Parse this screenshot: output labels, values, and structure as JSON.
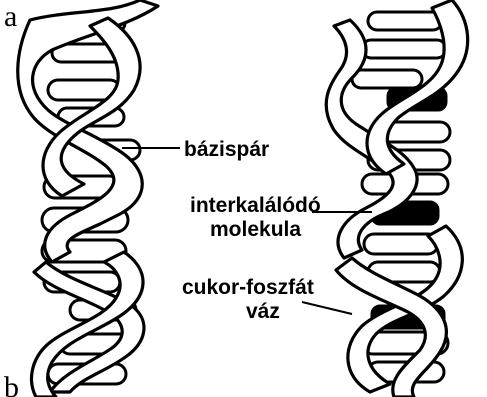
{
  "figure": {
    "panel_top": "a",
    "panel_bottom": "b",
    "labels": {
      "base_pair": "bázispár",
      "intercalator_line1": "interkalálódó",
      "intercalator_line2": "molekula",
      "backbone_line1": "cukor-foszfát",
      "backbone_line2": "váz"
    },
    "colors": {
      "ink": "#000000",
      "paper": "#ffffff"
    }
  }
}
